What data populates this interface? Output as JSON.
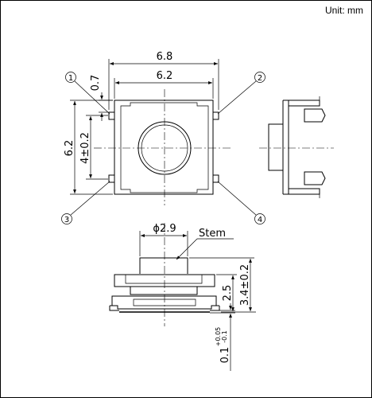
{
  "unit_label": "Unit: mm",
  "dimensions": {
    "width_overall": "6.8",
    "width_body": "6.2",
    "tab_offset": "0.7",
    "height_body": "6.2",
    "pin_pitch": "4±0.2",
    "stem_diameter": "ϕ2.9",
    "stem_label": "Stem",
    "height_25": "2.5",
    "height_total": "3.4±0.2",
    "thickness_base": "0.1",
    "thickness_tol_plus": "+0.05",
    "thickness_tol_minus": "-0.1"
  },
  "pins": [
    "1",
    "2",
    "3",
    "4"
  ]
}
